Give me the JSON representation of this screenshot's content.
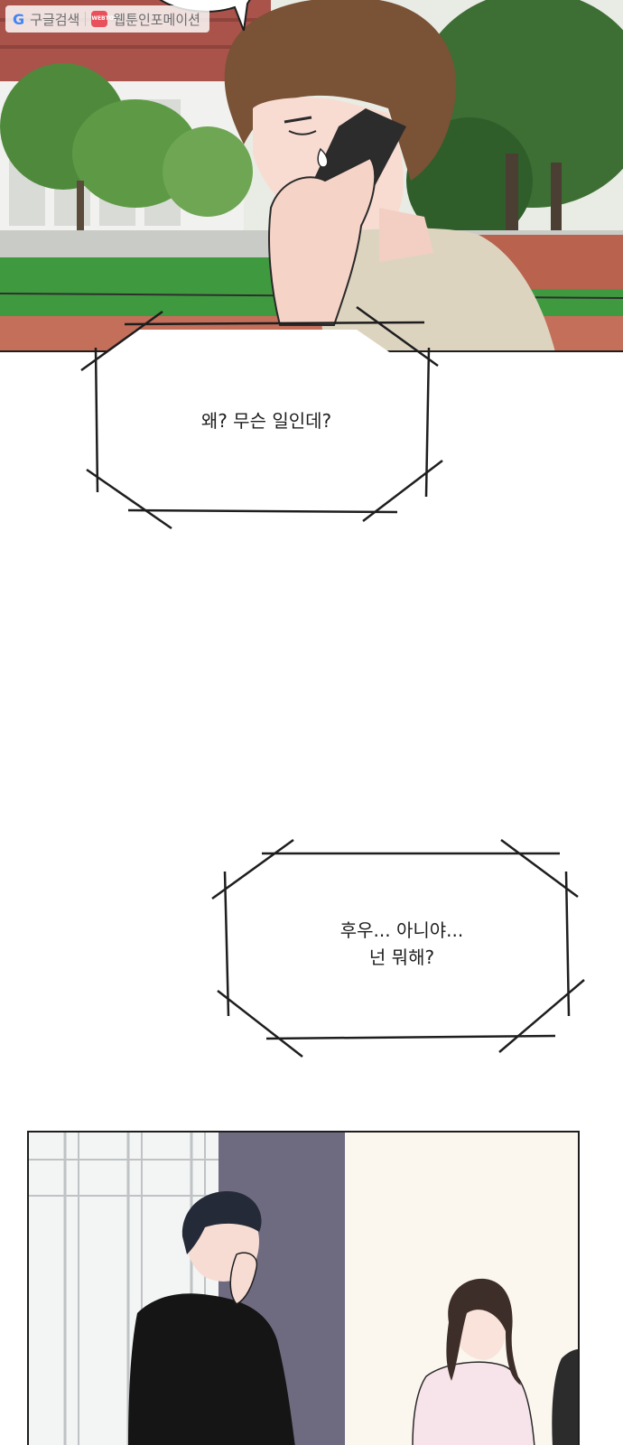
{
  "watermark": {
    "google_label": "구글검색",
    "webtoon_label": "웹툰인포메이션",
    "g_icon": "G",
    "webtoon_icon": "WEBTOON"
  },
  "dialogue": {
    "bubble_1": {
      "lines": [
        "왜? 무슨 일인데?"
      ]
    },
    "bubble_2": {
      "lines": [
        "후우... 아니야...",
        "넌 뭐해?"
      ]
    }
  },
  "colors": {
    "sky_grass": "#3f9a3f",
    "hair_brown": "#7a5236",
    "skin": "#f8dcd2",
    "hoodie": "#151515",
    "corridor": "#6e6b80",
    "room": "#fbf7ee"
  }
}
